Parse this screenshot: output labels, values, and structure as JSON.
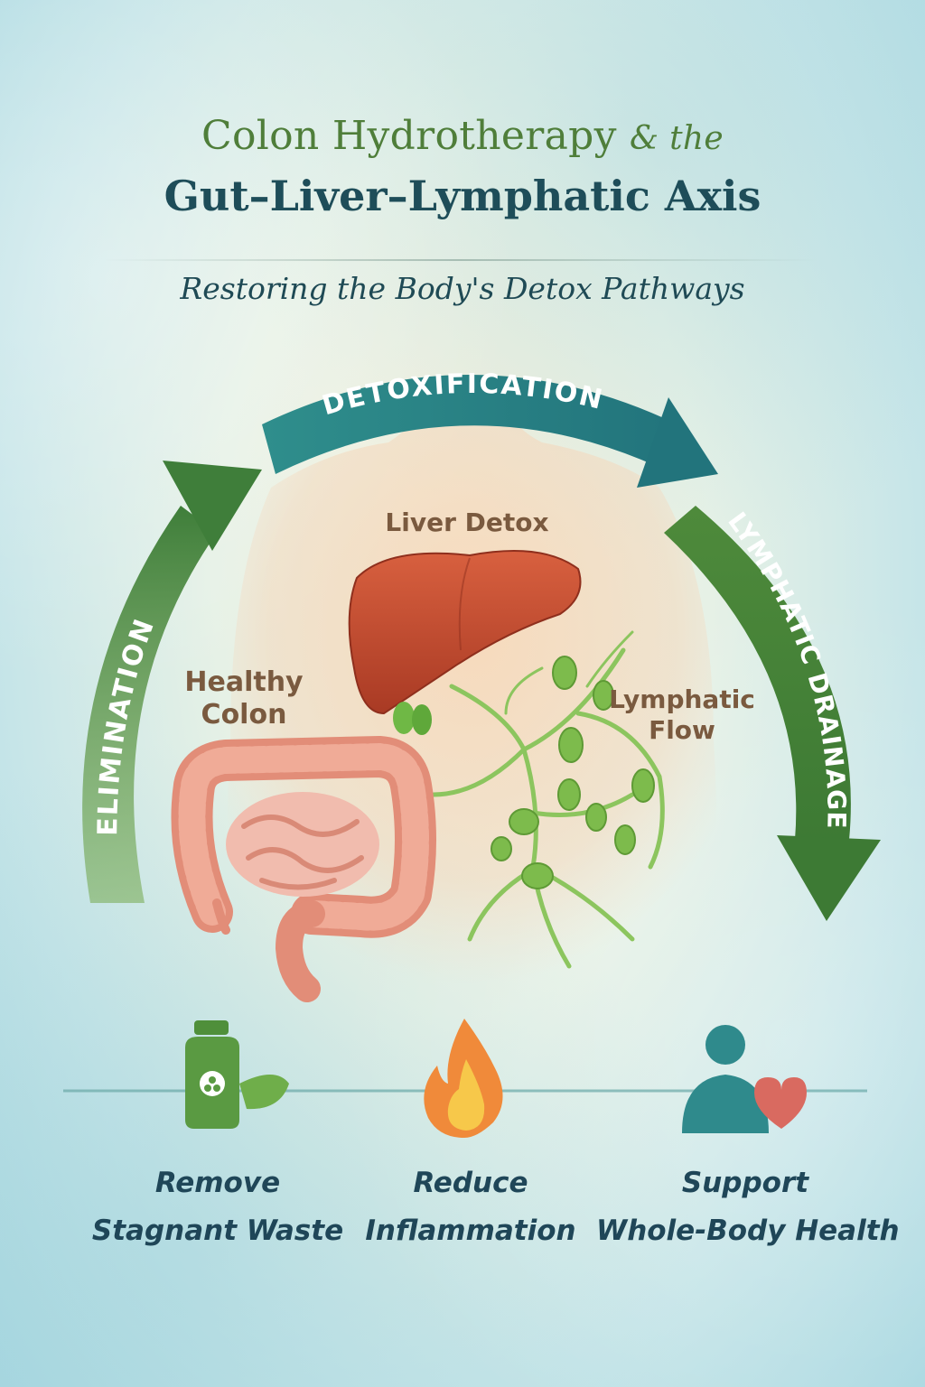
{
  "header": {
    "title_line1": "Colon Hydrotherapy",
    "title_amp": "& the",
    "title_line2": "Gut–Liver–Lymphatic Axis",
    "subtitle": "Restoring the Body's Detox Pathways"
  },
  "cycle": {
    "top_arrow": "DETOXIFICATION",
    "left_arrow": "ELIMINATION",
    "right_arrow": "LYMPHATIC DRAINAGE"
  },
  "organs": {
    "liver": "Liver Detox",
    "colon_line1": "Healthy",
    "colon_line2": "Colon",
    "lymph_line1": "Lymphatic",
    "lymph_line2": "Flow"
  },
  "benefits": [
    {
      "icon": "supplement-bottle-icon",
      "line1": "Remove",
      "line2": "Stagnant Waste"
    },
    {
      "icon": "flame-icon",
      "line1": "Reduce",
      "line2": "Inflammation"
    },
    {
      "icon": "person-heart-icon",
      "line1": "Support",
      "line2": "Whole-Body Health"
    }
  ],
  "colors": {
    "teal_arrow": "#2a8387",
    "green_arrow": "#4e8a3b",
    "liver": "#c4482e",
    "colon": "#e79a86",
    "lymph": "#8cc55e",
    "heading_dark": "#1e4d59",
    "heading_green": "#4f7e3a"
  }
}
